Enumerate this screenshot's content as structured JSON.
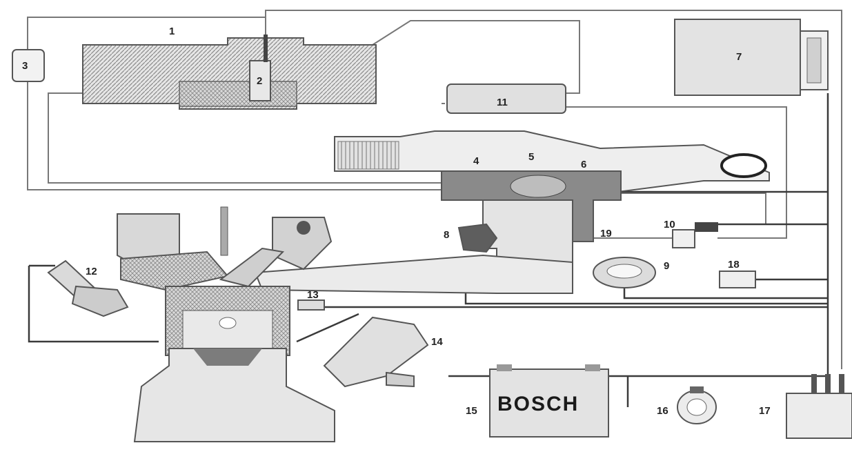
{
  "labels": {
    "l1": "1",
    "l2": "2",
    "l3": "3",
    "l4": "4",
    "l5": "5",
    "l6": "6",
    "l7": "7",
    "l8": "8",
    "l9": "9",
    "l10": "10",
    "l11": "11",
    "l12": "12",
    "l13": "13",
    "l14": "14",
    "l15": "15",
    "l16": "16",
    "l17": "17",
    "l18": "18",
    "l19": "19"
  },
  "battery_brand": "BOSCH",
  "colors": {
    "line": "#555555",
    "fill_light": "#dcdcdc",
    "fill_dark": "#777777",
    "hatch": "#9a9a9a"
  }
}
